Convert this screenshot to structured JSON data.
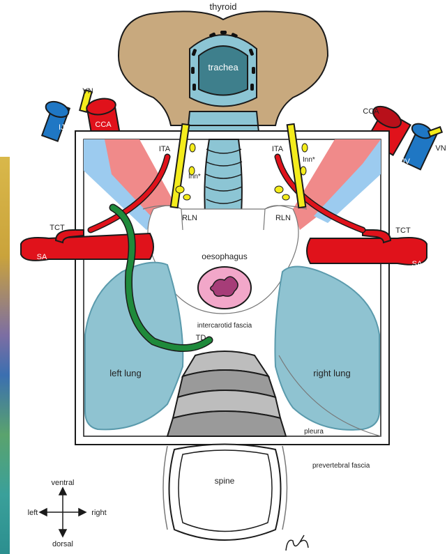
{
  "labels": {
    "thyroid": "thyroid",
    "trachea": "trachea",
    "vn_left": "VN",
    "ijv_left": "IJV",
    "cca_left": "CCA",
    "cca_right": "CCA",
    "vn_right": "VN",
    "ijv_right": "IJV",
    "ita_left": "ITA",
    "ita_right": "ITA",
    "inn_left": "Inn*",
    "inn_right": "Inn*",
    "rln_left": "RLN",
    "rln_right": "RLN",
    "tct_left": "TCT",
    "tct_right": "TCT",
    "sa_left": "SA",
    "sa_right": "SA",
    "oesophagus": "oesophagus",
    "intercarotid_fascia": "intercarotid fascia",
    "td": "TD",
    "left_lung": "left lung",
    "right_lung": "right lung",
    "pleura": "pleura",
    "prevertebral_fascia": "prevertebral fascia",
    "spine": "spine"
  },
  "compass": {
    "ventral": "ventral",
    "dorsal": "dorsal",
    "left": "left",
    "right": "right"
  },
  "colors": {
    "thyroid": "#c8a97e",
    "trachea": "#8cc5d4",
    "trachea_lumen": "#3e7f8c",
    "artery": "#e0121b",
    "artery_light": "#f08a8a",
    "vein": "#1f77c4",
    "vein_light": "#9ccbef",
    "nerve": "#f4ec1c",
    "lung": "#8fc3d1",
    "thoracic_duct": "#1f8a3b",
    "oesophagus": "#f2a7c9",
    "oesophagus_lumen": "#a63d78",
    "spine_disc": "#9a9a9a"
  }
}
